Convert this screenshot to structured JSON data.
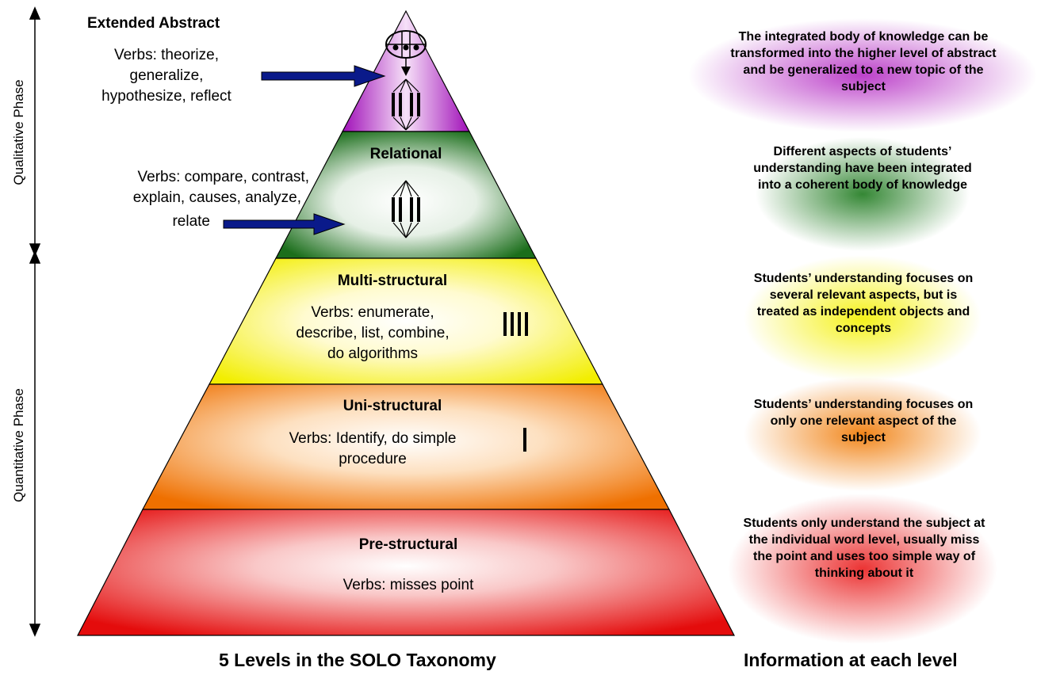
{
  "phases": {
    "qualitative": "Qualitative Phase",
    "quantitative": "Quantitative Phase"
  },
  "levels": {
    "extended_abstract": {
      "title": "Extended Abstract",
      "verbs": [
        "Verbs: theorize,",
        "generalize,",
        "hypothesize, reflect"
      ],
      "color": "#b020c0",
      "info": "The integrated body of knowledge can be transformed into the higher level of abstract and be generalized to a new topic of the subject"
    },
    "relational": {
      "title": "Relational",
      "verbs": [
        "Verbs: compare, contrast,",
        "explain, causes, analyze,",
        "relate"
      ],
      "color": "#1e7a1e",
      "info": "Different aspects of students’ understanding have been integrated into a coherent body of knowledge"
    },
    "multi_structural": {
      "title": "Multi-structural",
      "verbs": [
        "Verbs: enumerate,",
        "describe, list, combine,",
        "do algorithms"
      ],
      "color": "#f4f000",
      "info": "Students’ understanding focuses on several relevant aspects, but is treated as independent objects and concepts"
    },
    "uni_structural": {
      "title": "Uni-structural",
      "verbs": [
        "Verbs: Identify, do simple",
        "procedure"
      ],
      "color": "#f07800",
      "info": "Students’ understanding focuses on only one relevant aspect of the subject"
    },
    "pre_structural": {
      "title": "Pre-structural",
      "verbs": [
        "Verbs: misses point"
      ],
      "color": "#e81010",
      "info": "Students only understand the subject at the individual word level, usually miss the point and uses too simple way of thinking about it"
    }
  },
  "captions": {
    "left": "5 Levels in the SOLO Taxonomy",
    "right": "Information at each level"
  },
  "colors": {
    "arrow_fill": "#0a1a8a",
    "outline": "#000000"
  }
}
